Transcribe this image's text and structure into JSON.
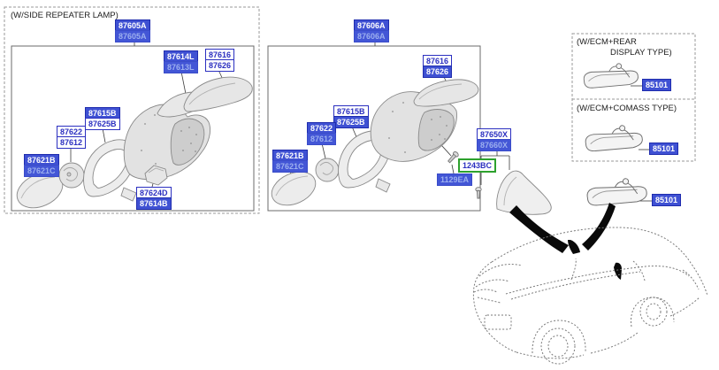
{
  "captions": {
    "side_repeater": "(W/SIDE REPEATER LAMP)",
    "ecm_rear_line1": "(W/ECM+REAR",
    "ecm_rear_line2": "DISPLAY TYPE)",
    "ecm_comass": "(W/ECM+COMASS TYPE)"
  },
  "labels": {
    "left": {
      "assy": [
        "87605A",
        "87605A"
      ],
      "cover_inner": [
        "87614L",
        "87613L"
      ],
      "cover_outer": [
        "87616",
        "87626"
      ],
      "housing": [
        "87615B",
        "87625B"
      ],
      "actuator": [
        "87622",
        "87612"
      ],
      "glass": [
        "87621B",
        "87621C"
      ],
      "lamp": [
        "87624D",
        "87614B"
      ]
    },
    "middle": {
      "assy": [
        "87606A",
        "87606A"
      ],
      "cover_outer": [
        "87616",
        "87626"
      ],
      "housing": [
        "87615B",
        "87625B"
      ],
      "actuator": [
        "87622",
        "87612"
      ],
      "glass": [
        "87621B",
        "87621C"
      ],
      "mount": [
        "87650X",
        "87660X"
      ],
      "screw_a": "1243BC",
      "screw_b": "1129EA"
    },
    "inside_mirrors": {
      "ecm_rear": "85101",
      "ecm_comass": "85101",
      "standard": "85101"
    }
  },
  "colors": {
    "label_blue": "#2b2fc0",
    "highlight_blue": "#3f51d3",
    "green_border": "#2da12d"
  }
}
